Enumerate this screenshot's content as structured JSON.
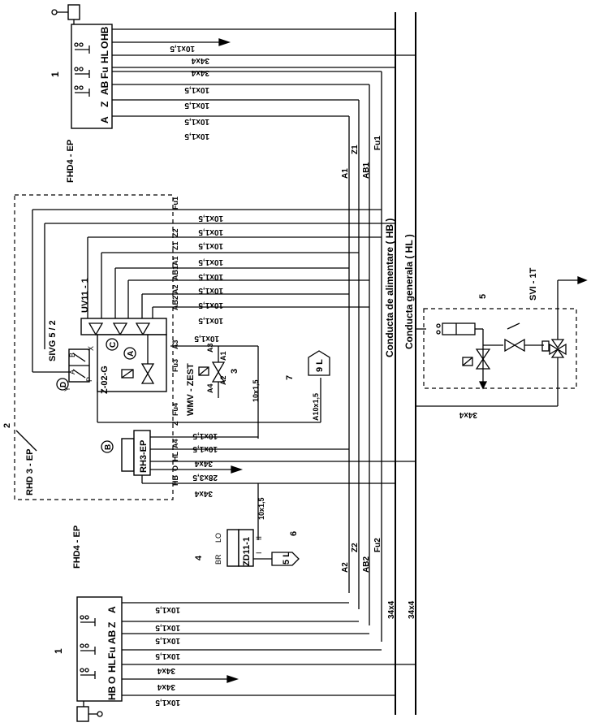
{
  "top_unit": {
    "number": "1",
    "name": "FHD4 - EP",
    "terminals": [
      "A",
      "Z",
      "AB",
      "Fu",
      "HL",
      "O",
      "HB"
    ]
  },
  "bottom_unit": {
    "number": "1",
    "name": "FHD4 - EP",
    "terminals": [
      "A",
      "Z",
      "AB",
      "Fu",
      "HL",
      "O",
      "HB"
    ]
  },
  "rhd_block": {
    "number": "2",
    "name": "RHD 3 - EP",
    "sivg": "SIVG 5 / 2",
    "uv11": "UV11 - 1",
    "z02g": "Z-02-G",
    "wmv": "WMV - ZEST",
    "wmv_number": "3",
    "rh3": "RH3-EP",
    "circle_a": "A",
    "circle_b": "B",
    "circle_c": "C",
    "circle_d": "D",
    "port_labels": [
      "Fu1",
      "Z2",
      "Z1",
      "A1",
      "AB1",
      "A2",
      "AB2",
      "A3",
      "Fu3",
      "Fu4",
      "Z",
      "A4",
      "HL",
      "O",
      "HB"
    ],
    "valve_ports": [
      "A",
      "B",
      "X",
      "Y",
      "P",
      "A1",
      "A2",
      "A3",
      "A4"
    ]
  },
  "item7": {
    "number": "7",
    "tag": "9 L",
    "pipe": "A10x1,5"
  },
  "item6": {
    "number": "6",
    "tag": "5 L",
    "pipe": "10x1,5",
    "roman": [
      "I",
      "II"
    ]
  },
  "item4": {
    "number": "4",
    "name": "ZD11-1",
    "labels": [
      "BR",
      "LO"
    ]
  },
  "svi": {
    "number": "5",
    "name": "SVI - 1T"
  },
  "pipes": {
    "p10": "10x1,5",
    "p34": "34x4",
    "p28": "28x3,5"
  },
  "main_lines": {
    "hb": "Conducta de alimentare  ( HB )",
    "hl": "Conducta generala  ( HL )"
  },
  "branch_labels": {
    "top": [
      "A1",
      "Z1",
      "AB1",
      "Fu1"
    ],
    "bottom": [
      "A2",
      "Z2",
      "AB2",
      "Fu2"
    ],
    "bottom_pipes": [
      "34x4",
      "34x4"
    ]
  }
}
